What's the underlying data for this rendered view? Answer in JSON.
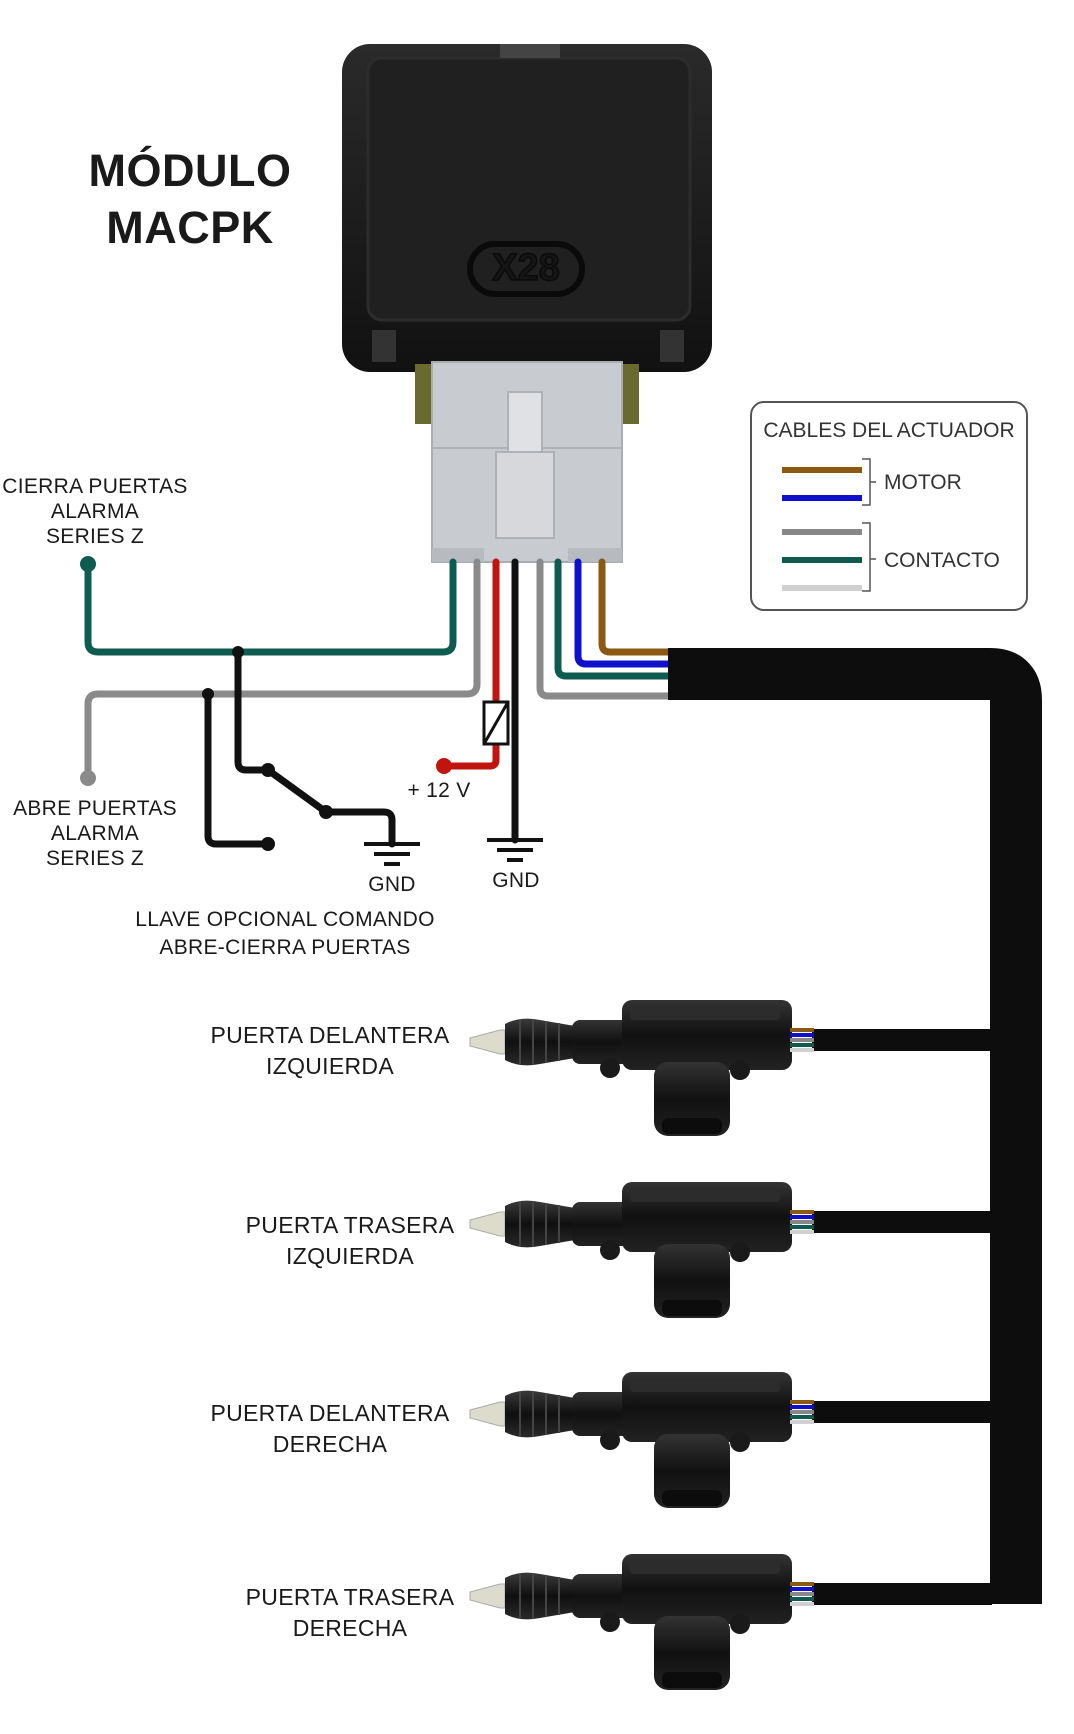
{
  "title": {
    "line1": "MÓDULO",
    "line2": "MACPK"
  },
  "module": {
    "logo": "X28"
  },
  "inputs": {
    "close_label": [
      "CIERRA PUERTAS",
      "ALARMA",
      "SERIES Z"
    ],
    "open_label": [
      "ABRE PUERTAS",
      "ALARMA",
      "SERIES Z"
    ],
    "power_label": "+ 12 V",
    "gnd_switch_label": "GND",
    "gnd_main_label": "GND",
    "switch_label": [
      "LLAVE OPCIONAL COMANDO",
      "ABRE-CIERRA PUERTAS"
    ]
  },
  "legend": {
    "title": "CABLES DEL ACTUADOR",
    "groups": [
      {
        "name": "MOTOR",
        "colors": [
          "#8B5A12",
          "#1010CC"
        ]
      },
      {
        "name": "CONTACTO",
        "colors": [
          "#888888",
          "#0E5C50",
          "#D0D0D0"
        ]
      }
    ]
  },
  "actuators": [
    {
      "label": [
        "PUERTA DELANTERA",
        "IZQUIERDA"
      ]
    },
    {
      "label": [
        "PUERTA TRASERA",
        "IZQUIERDA"
      ]
    },
    {
      "label": [
        "PUERTA DELANTERA",
        "DERECHA"
      ]
    },
    {
      "label": [
        "PUERTA TRASERA",
        "DERECHA"
      ]
    }
  ],
  "colors": {
    "green_wire": "#0E5C50",
    "gray_wire": "#8A8A8A",
    "red_wire": "#C0150F",
    "black_wire": "#111111",
    "brown_wire": "#8B5A12",
    "blue_wire": "#1010CC",
    "module_body": "#1B1B1B",
    "connector": "#C8CBCF",
    "connector_tab": "#6B6A2E"
  }
}
